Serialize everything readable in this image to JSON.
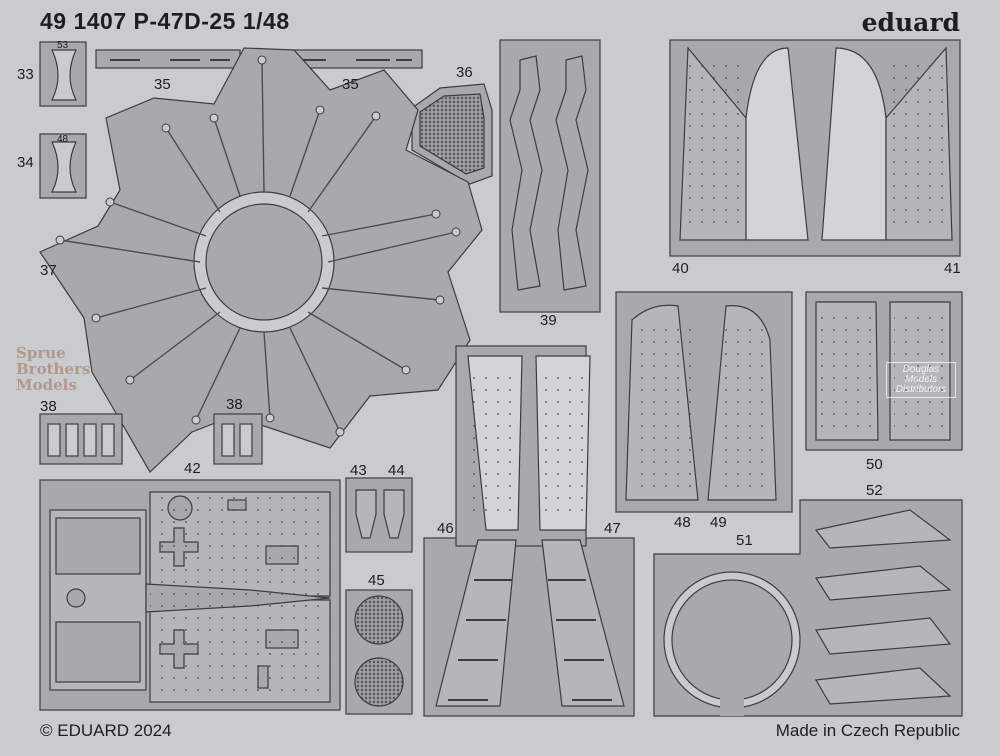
{
  "header": {
    "title": "49 1407 P-47D-25 1/48",
    "brand": "eduard"
  },
  "footer": {
    "copyright": "© EDUARD 2024",
    "origin": "Made in Czech Republic"
  },
  "part_numbers": [
    "33",
    "53",
    "34",
    "48",
    "35",
    "35",
    "36",
    "37",
    "38",
    "38",
    "39",
    "40",
    "41",
    "42",
    "43",
    "44",
    "45",
    "46",
    "47",
    "48",
    "49",
    "50",
    "51",
    "52"
  ],
  "watermarks": {
    "sprue_brothers": [
      "Sprue",
      "Brothers",
      "Models"
    ],
    "douglas": [
      "Douglas",
      "Models",
      "Distributors"
    ]
  },
  "colors": {
    "fret_background": "#c9cccf",
    "part_fill": "#a6a9ad",
    "outline": "#3b3d40",
    "mesh_fill": "#8d9094"
  }
}
